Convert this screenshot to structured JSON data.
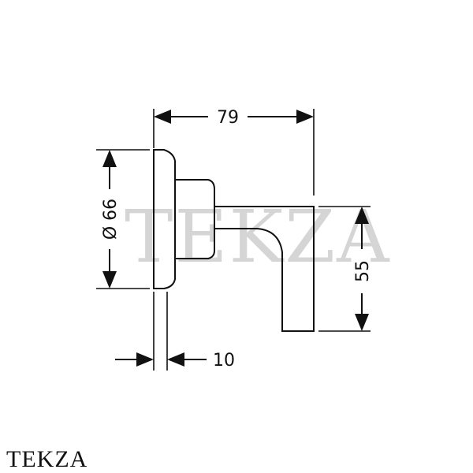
{
  "dimensions": {
    "width_overall": "79",
    "diameter": "Ø 66",
    "height": "55",
    "plate_thickness": "10"
  },
  "watermark": "TEKZA",
  "brand_logo": "TEKZA",
  "colors": {
    "line": "#111111",
    "watermark": "#c8c8c8",
    "background": "#ffffff"
  }
}
